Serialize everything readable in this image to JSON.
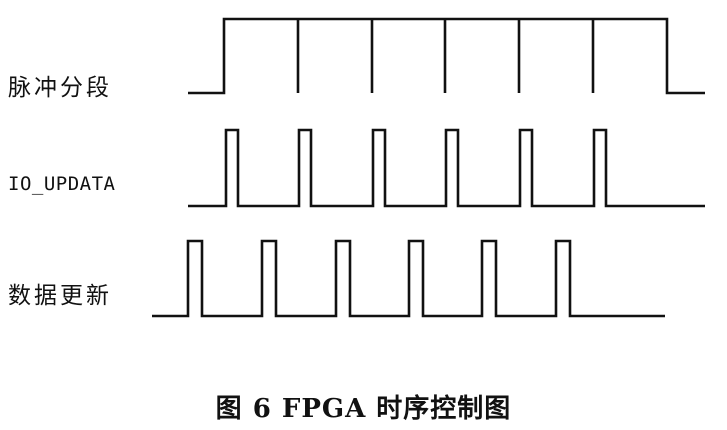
{
  "signals": [
    {
      "label": "脉冲分段",
      "key": "pulse"
    },
    {
      "label": "IO_UPDATA",
      "key": "io"
    },
    {
      "label": "数据更新",
      "key": "data"
    }
  ],
  "caption": "图 6  FPGA 时序控制图",
  "line_color": "#111111"
}
